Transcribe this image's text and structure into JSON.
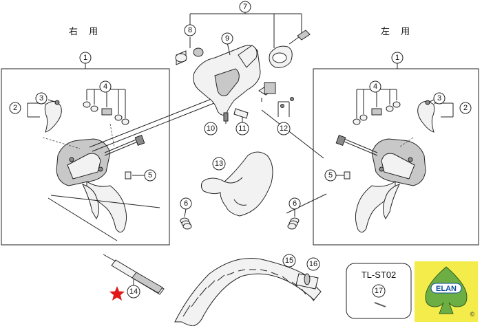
{
  "labels": {
    "right_side": "右 用",
    "left_side": "左 用",
    "tool_name": "TL-ST02"
  },
  "callouts": {
    "c1a": "1",
    "c1b": "1",
    "c2a": "2",
    "c2b": "2",
    "c3a": "3",
    "c3b": "3",
    "c4a": "4",
    "c4b": "4",
    "c5a": "5",
    "c5b": "5",
    "c6a": "6",
    "c6b": "6",
    "c7": "7",
    "c8": "8",
    "c9": "9",
    "c10": "10",
    "c11": "11",
    "c12": "12",
    "c13": "13",
    "c14": "14",
    "c15": "15",
    "c16": "16",
    "c17": "17"
  },
  "logo": {
    "text": "ELAN",
    "mark": "©",
    "background_color": "#f3ec4a",
    "spade_color": "#6cae43"
  },
  "marker": {
    "icon": "red-star-icon",
    "color": "#e01818"
  }
}
